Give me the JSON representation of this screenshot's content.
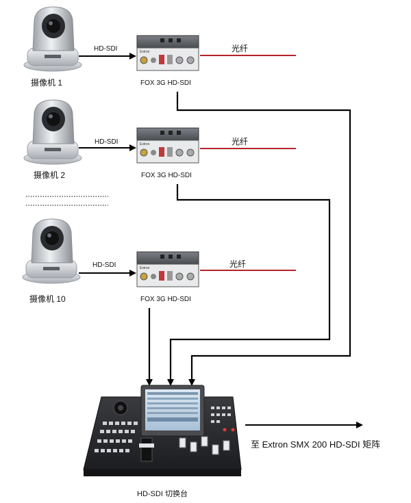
{
  "rows": [
    {
      "camera_label": "摄像机 1",
      "link_label": "HD-SDI",
      "device_label": "FOX 3G HD-SDI",
      "fiber_label": "光纤"
    },
    {
      "camera_label": "摄像机 2",
      "link_label": "HD-SDI",
      "device_label": "FOX 3G HD-SDI",
      "fiber_label": "光纤"
    },
    {
      "camera_label": "摄像机 10",
      "link_label": "HD-SDI",
      "device_label": "FOX 3G HD-SDI",
      "fiber_label": "光纤"
    }
  ],
  "switcher": {
    "label": "HD-SDI 切换台",
    "output_label": "至 Extron SMX 200 HD-SDI 矩阵"
  },
  "device_brand": "Extron",
  "colors": {
    "signal_line": "#000000",
    "fiber_line": "#b3232b",
    "camera_body": "#c9ccd1",
    "transmitter_body": "#9fa3a8",
    "switcher_body": "#2a2b2e"
  }
}
